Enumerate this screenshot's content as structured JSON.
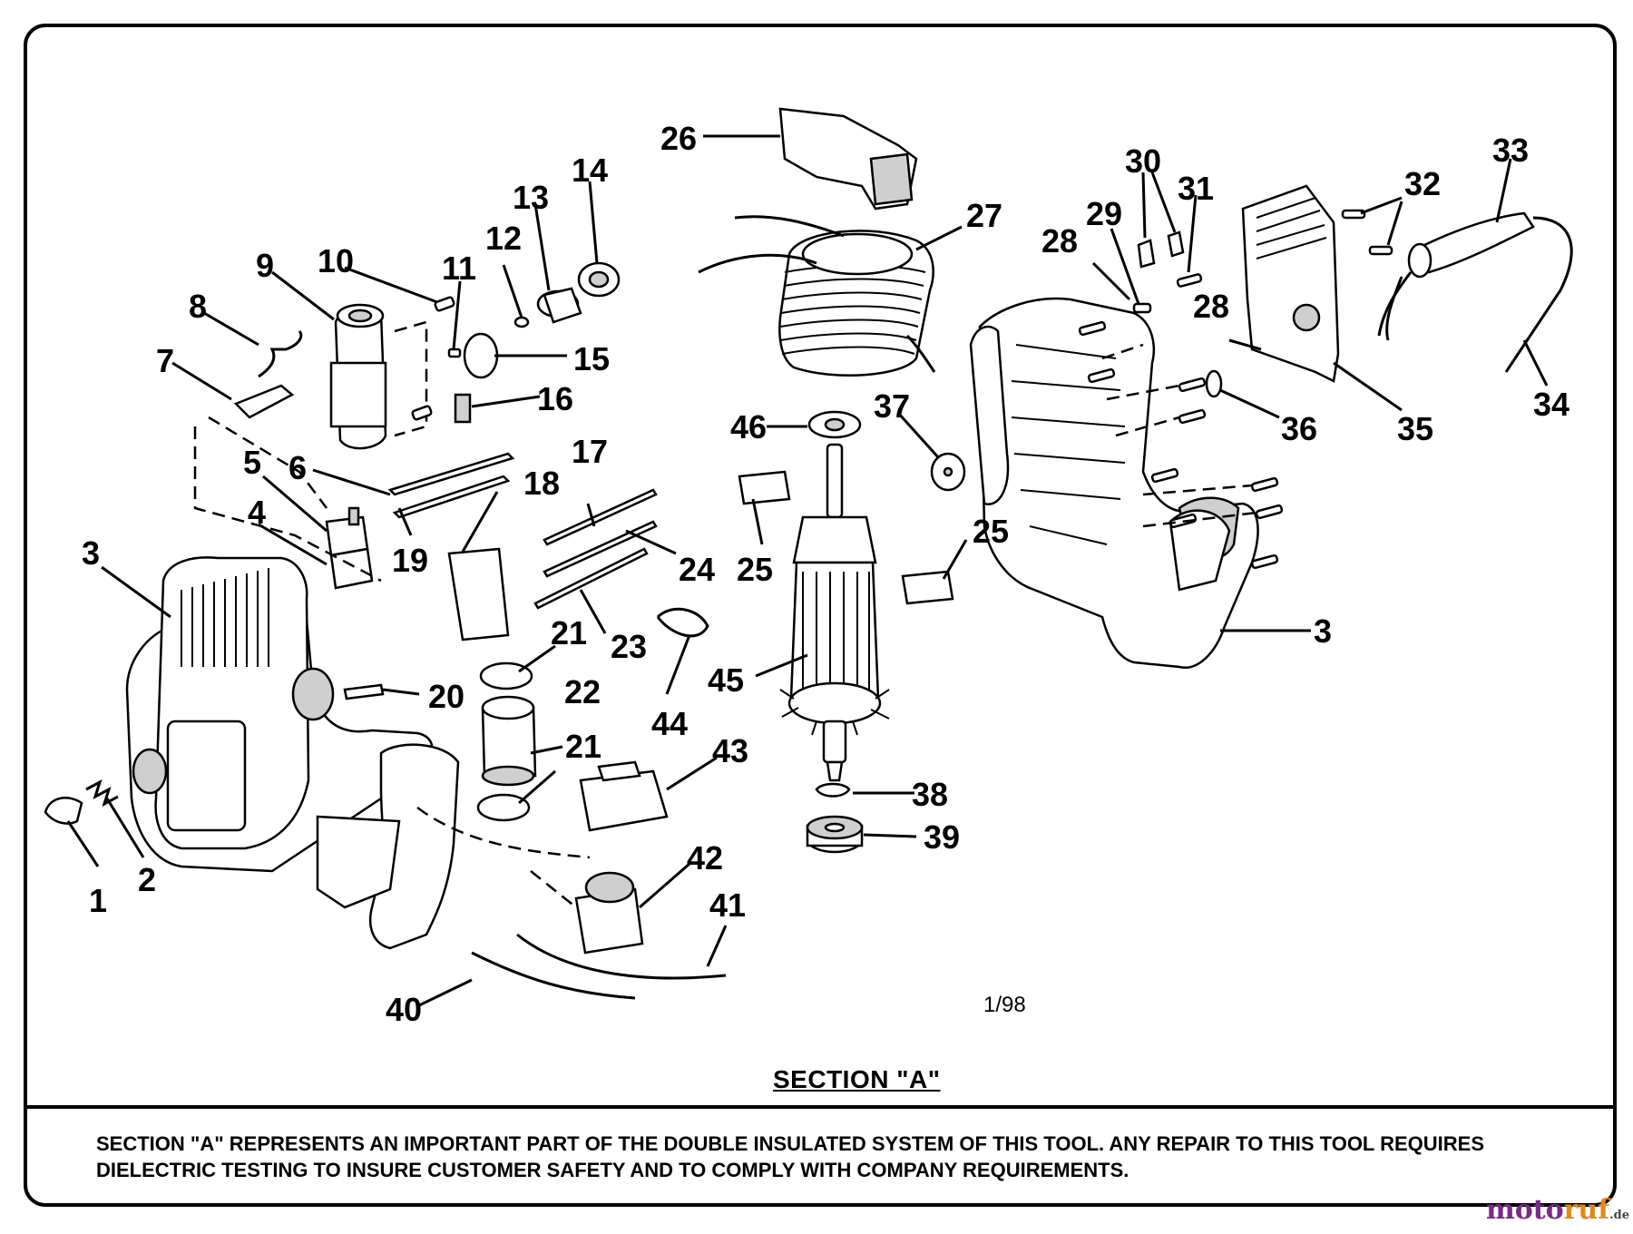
{
  "callouts": [
    {
      "id": "1",
      "label": "1"
    },
    {
      "id": "2",
      "label": "2"
    },
    {
      "id": "3a",
      "label": "3"
    },
    {
      "id": "3b",
      "label": "3"
    },
    {
      "id": "4",
      "label": "4"
    },
    {
      "id": "5",
      "label": "5"
    },
    {
      "id": "6",
      "label": "6"
    },
    {
      "id": "7",
      "label": "7"
    },
    {
      "id": "8",
      "label": "8"
    },
    {
      "id": "9",
      "label": "9"
    },
    {
      "id": "10",
      "label": "10"
    },
    {
      "id": "11",
      "label": "11"
    },
    {
      "id": "12",
      "label": "12"
    },
    {
      "id": "13",
      "label": "13"
    },
    {
      "id": "14",
      "label": "14"
    },
    {
      "id": "15",
      "label": "15"
    },
    {
      "id": "16",
      "label": "16"
    },
    {
      "id": "17",
      "label": "17"
    },
    {
      "id": "18",
      "label": "18"
    },
    {
      "id": "19",
      "label": "19"
    },
    {
      "id": "20",
      "label": "20"
    },
    {
      "id": "21a",
      "label": "21"
    },
    {
      "id": "21b",
      "label": "21"
    },
    {
      "id": "22",
      "label": "22"
    },
    {
      "id": "23",
      "label": "23"
    },
    {
      "id": "24",
      "label": "24"
    },
    {
      "id": "25a",
      "label": "25"
    },
    {
      "id": "25b",
      "label": "25"
    },
    {
      "id": "26",
      "label": "26"
    },
    {
      "id": "27",
      "label": "27"
    },
    {
      "id": "28a",
      "label": "28"
    },
    {
      "id": "28b",
      "label": "28"
    },
    {
      "id": "29",
      "label": "29"
    },
    {
      "id": "30",
      "label": "30"
    },
    {
      "id": "31",
      "label": "31"
    },
    {
      "id": "32",
      "label": "32"
    },
    {
      "id": "33",
      "label": "33"
    },
    {
      "id": "34",
      "label": "34"
    },
    {
      "id": "35",
      "label": "35"
    },
    {
      "id": "36",
      "label": "36"
    },
    {
      "id": "37",
      "label": "37"
    },
    {
      "id": "38",
      "label": "38"
    },
    {
      "id": "39",
      "label": "39"
    },
    {
      "id": "40",
      "label": "40"
    },
    {
      "id": "41",
      "label": "41"
    },
    {
      "id": "42",
      "label": "42"
    },
    {
      "id": "43",
      "label": "43"
    },
    {
      "id": "44",
      "label": "44"
    },
    {
      "id": "45",
      "label": "45"
    },
    {
      "id": "46",
      "label": "46"
    }
  ],
  "date_code": "1/98",
  "section_title": "SECTION \"A\"",
  "footnote": "SECTION \"A\" REPRESENTS AN IMPORTANT PART OF THE DOUBLE INSULATED SYSTEM OF THIS TOOL.  ANY REPAIR TO THIS TOOL REQUIRES DIELECTRIC TESTING TO INSURE CUSTOMER SAFETY AND TO COMPLY WITH COMPANY REQUIREMENTS.",
  "watermark": {
    "part1": "moto",
    "part2": "ruf",
    "tld": ".de"
  },
  "colors": {
    "ink": "#000000",
    "paper": "#ffffff",
    "watermark_purple": "#7a2a8a",
    "watermark_orange": "#e08a1a"
  }
}
